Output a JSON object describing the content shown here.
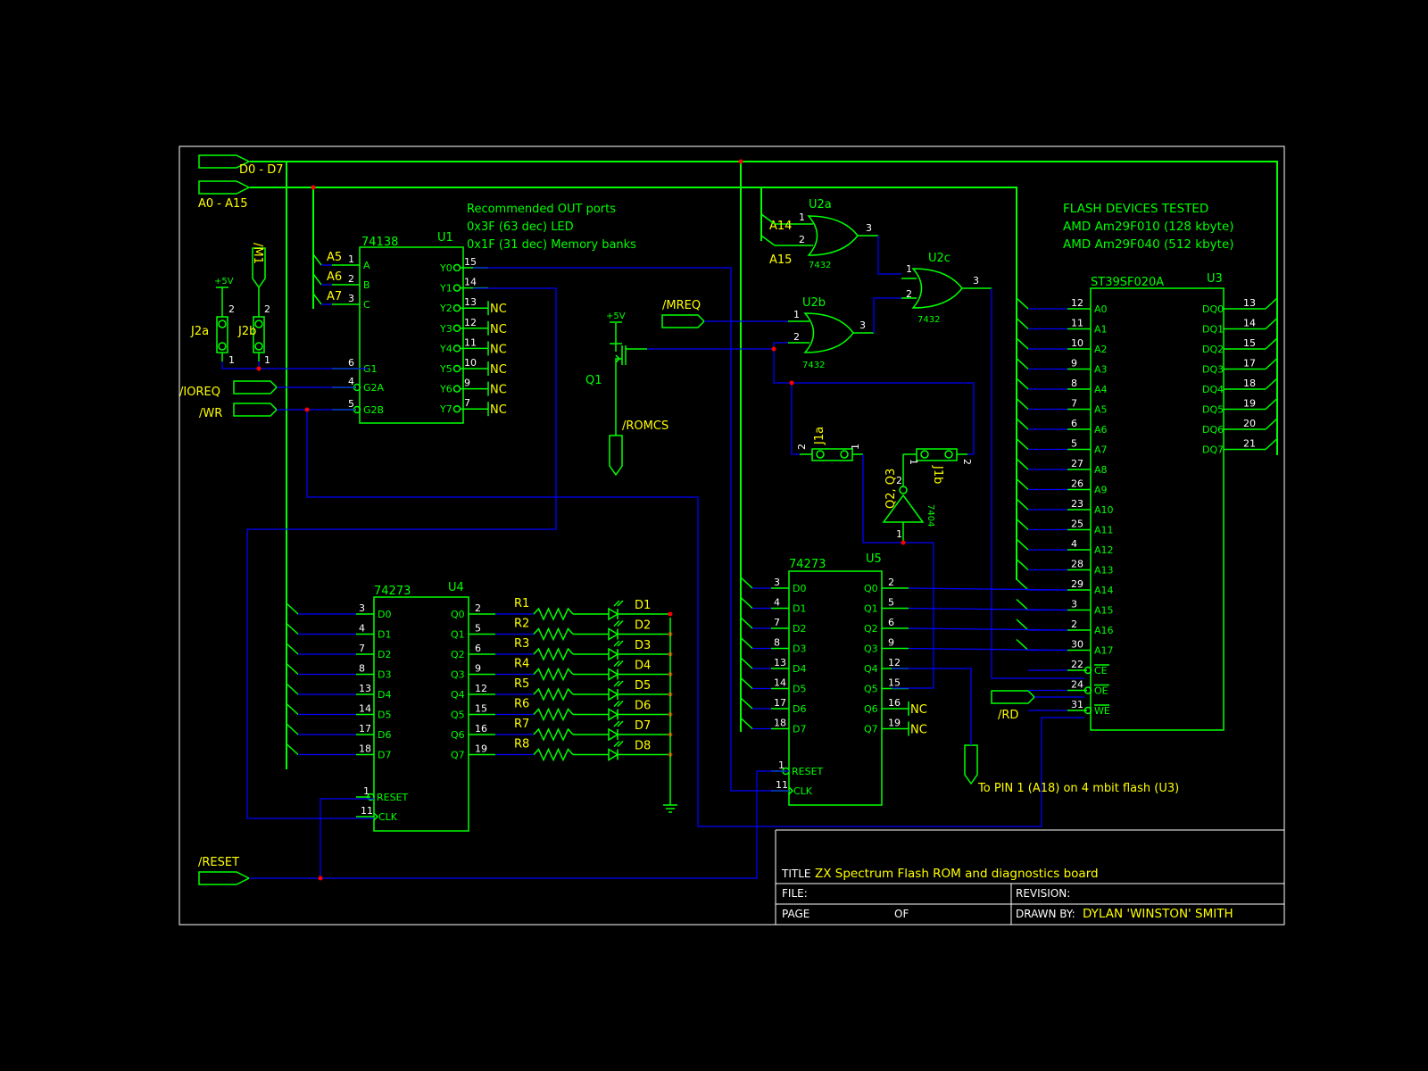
{
  "title_block": {
    "title_label": "TITLE",
    "title": "ZX Spectrum Flash ROM and diagnostics board",
    "file_label": "FILE:",
    "revision_label": "REVISION:",
    "page_label": "PAGE",
    "of_label": "OF",
    "drawn_by_label": "DRAWN BY:",
    "drawn_by": "DYLAN 'WINSTON' SMITH"
  },
  "notes": {
    "out_ports_1": "Recommended OUT ports",
    "out_ports_2": "0x3F (63 dec) LED",
    "out_ports_3": "0x1F (31 dec) Memory banks",
    "flash_1": "FLASH DEVICES TESTED",
    "flash_2": "AMD Am29F010 (128 kbyte)",
    "flash_3": "AMD Am29F040 (512 kbyte)",
    "to_pin1": "To PIN 1 (A18) on 4 mbit flash (U3)"
  },
  "ports": {
    "d0_d7": "D0 - D7",
    "a0_a15": "A0 - A15",
    "m1": "/M1",
    "ioreq": "/IOREQ",
    "wr": "/WR",
    "mreq": "/MREQ",
    "romcs": "/ROMCS",
    "rd": "/RD",
    "reset": "/RESET",
    "plus5v": "+5V"
  },
  "components": {
    "u1_ref": "U1",
    "u1_part": "74138",
    "u2a_ref": "U2a",
    "u2b_ref": "U2b",
    "u2c_ref": "U2c",
    "u2_part": "7432",
    "u3_ref": "U3",
    "u3_part": "ST39SF020A",
    "u4_ref": "U4",
    "u4_part": "74273",
    "u5_ref": "U5",
    "u5_part": "74273",
    "q1_ref": "Q1",
    "q2q3_ref": "Q2, Q3",
    "inv_part": "7404",
    "j1a_ref": "J1a",
    "j1b_ref": "J1b",
    "j2a_ref": "J2a",
    "j2b_ref": "J2b",
    "nc": "NC"
  },
  "u1_pins": {
    "left": [
      {
        "num": "1",
        "name": "A",
        "net": "A5"
      },
      {
        "num": "2",
        "name": "B",
        "net": "A6"
      },
      {
        "num": "3",
        "name": "C",
        "net": "A7"
      },
      {
        "num": "6",
        "name": "G1",
        "net": ""
      },
      {
        "num": "4",
        "name": "G2A",
        "net": ""
      },
      {
        "num": "5",
        "name": "G2B",
        "net": ""
      }
    ],
    "right": [
      {
        "num": "15",
        "name": "Y0"
      },
      {
        "num": "14",
        "name": "Y1"
      },
      {
        "num": "13",
        "name": "Y2"
      },
      {
        "num": "12",
        "name": "Y3"
      },
      {
        "num": "11",
        "name": "Y4"
      },
      {
        "num": "10",
        "name": "Y5"
      },
      {
        "num": "9",
        "name": "Y6"
      },
      {
        "num": "7",
        "name": "Y7"
      }
    ]
  },
  "u2_nets": {
    "a14": "A14",
    "a15": "A15"
  },
  "u2_pins": {
    "a_in1": "1",
    "a_in2": "2",
    "a_out": "3",
    "b_in1": "1",
    "b_in2": "2",
    "b_out": "3",
    "c_in1": "1",
    "c_in2": "2",
    "c_out": "3"
  },
  "u3_pins": {
    "left": [
      {
        "num": "12",
        "name": "A0"
      },
      {
        "num": "11",
        "name": "A1"
      },
      {
        "num": "10",
        "name": "A2"
      },
      {
        "num": "9",
        "name": "A3"
      },
      {
        "num": "8",
        "name": "A4"
      },
      {
        "num": "7",
        "name": "A5"
      },
      {
        "num": "6",
        "name": "A6"
      },
      {
        "num": "5",
        "name": "A7"
      },
      {
        "num": "27",
        "name": "A8"
      },
      {
        "num": "26",
        "name": "A9"
      },
      {
        "num": "23",
        "name": "A10"
      },
      {
        "num": "25",
        "name": "A11"
      },
      {
        "num": "4",
        "name": "A12"
      },
      {
        "num": "28",
        "name": "A13"
      },
      {
        "num": "29",
        "name": "A14"
      },
      {
        "num": "3",
        "name": "A15"
      },
      {
        "num": "2",
        "name": "A16"
      },
      {
        "num": "30",
        "name": "A17"
      },
      {
        "num": "22",
        "name": "CE"
      },
      {
        "num": "24",
        "name": "OE"
      },
      {
        "num": "31",
        "name": "WE"
      }
    ],
    "right": [
      {
        "num": "13",
        "name": "DQ0"
      },
      {
        "num": "14",
        "name": "DQ1"
      },
      {
        "num": "15",
        "name": "DQ2"
      },
      {
        "num": "17",
        "name": "DQ3"
      },
      {
        "num": "18",
        "name": "DQ4"
      },
      {
        "num": "19",
        "name": "DQ5"
      },
      {
        "num": "20",
        "name": "DQ6"
      },
      {
        "num": "21",
        "name": "DQ7"
      }
    ]
  },
  "u273_pins": {
    "left": [
      {
        "num": "3",
        "name": "D0"
      },
      {
        "num": "4",
        "name": "D1"
      },
      {
        "num": "7",
        "name": "D2"
      },
      {
        "num": "8",
        "name": "D3"
      },
      {
        "num": "13",
        "name": "D4"
      },
      {
        "num": "14",
        "name": "D5"
      },
      {
        "num": "17",
        "name": "D6"
      },
      {
        "num": "18",
        "name": "D7"
      }
    ],
    "right": [
      {
        "num": "2",
        "name": "Q0"
      },
      {
        "num": "5",
        "name": "Q1"
      },
      {
        "num": "6",
        "name": "Q2"
      },
      {
        "num": "9",
        "name": "Q3"
      },
      {
        "num": "12",
        "name": "Q4"
      },
      {
        "num": "15",
        "name": "Q5"
      },
      {
        "num": "16",
        "name": "Q6"
      },
      {
        "num": "19",
        "name": "Q7"
      }
    ],
    "reset_num": "1",
    "reset_name": "RESET",
    "clk_num": "11",
    "clk_name": "CLK"
  },
  "leds": [
    {
      "r": "R1",
      "d": "D1"
    },
    {
      "r": "R2",
      "d": "D2"
    },
    {
      "r": "R3",
      "d": "D3"
    },
    {
      "r": "R4",
      "d": "D4"
    },
    {
      "r": "R5",
      "d": "D5"
    },
    {
      "r": "R6",
      "d": "D6"
    },
    {
      "r": "R7",
      "d": "D7"
    },
    {
      "r": "R8",
      "d": "D8"
    }
  ],
  "jumper_pins": {
    "one": "1",
    "two": "2"
  }
}
